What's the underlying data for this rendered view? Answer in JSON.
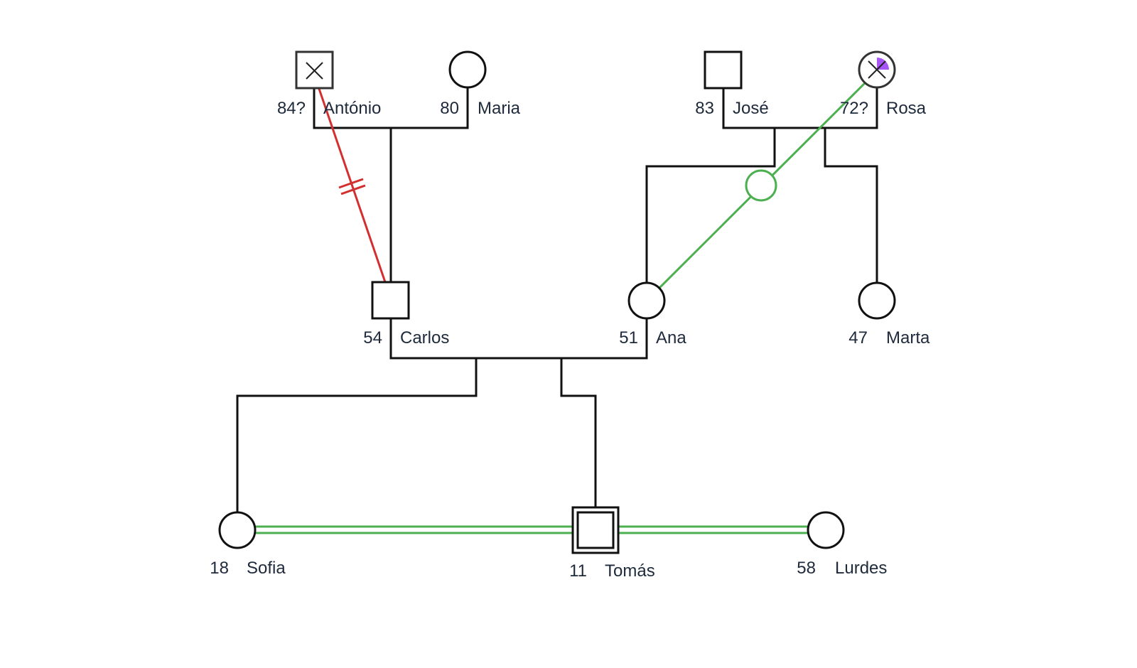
{
  "people": [
    {
      "id": "antonio",
      "name": "António",
      "age": "84?",
      "sex": "male",
      "deceased": true
    },
    {
      "id": "maria",
      "name": "Maria",
      "age": "80",
      "sex": "female",
      "deceased": false
    },
    {
      "id": "jose",
      "name": "José",
      "age": "83",
      "sex": "male",
      "deceased": false
    },
    {
      "id": "rosa",
      "name": "Rosa",
      "age": "72?",
      "sex": "female",
      "deceased": true,
      "marker_color": "#a855f7"
    },
    {
      "id": "carlos",
      "name": "Carlos",
      "age": "54",
      "sex": "male",
      "deceased": false
    },
    {
      "id": "ana",
      "name": "Ana",
      "age": "51",
      "sex": "female",
      "deceased": false
    },
    {
      "id": "marta",
      "name": "Marta",
      "age": "47",
      "sex": "female",
      "deceased": false
    },
    {
      "id": "sofia",
      "name": "Sofia",
      "age": "18",
      "sex": "female",
      "deceased": false
    },
    {
      "id": "tomas",
      "name": "Tomás",
      "age": "11",
      "sex": "male",
      "deceased": false,
      "index_person": true
    },
    {
      "id": "lurdes",
      "name": "Lurdes",
      "age": "58",
      "sex": "female",
      "deceased": false
    }
  ],
  "relationships": [
    {
      "from": "antonio",
      "to": "carlos",
      "type": "cutoff",
      "color": "#d32f2f"
    },
    {
      "from": "rosa",
      "to": "ana",
      "type": "close-with-marker",
      "color": "#4caf50"
    },
    {
      "from": "sofia",
      "to": "tomas",
      "type": "close",
      "color": "#4caf50"
    },
    {
      "from": "tomas",
      "to": "lurdes",
      "type": "close",
      "color": "#4caf50"
    }
  ],
  "colors": {
    "line": "#111111",
    "label": "#1e2a3b",
    "close": "#4caf50",
    "cutoff": "#d32f2f",
    "marker": "#a855f7"
  }
}
